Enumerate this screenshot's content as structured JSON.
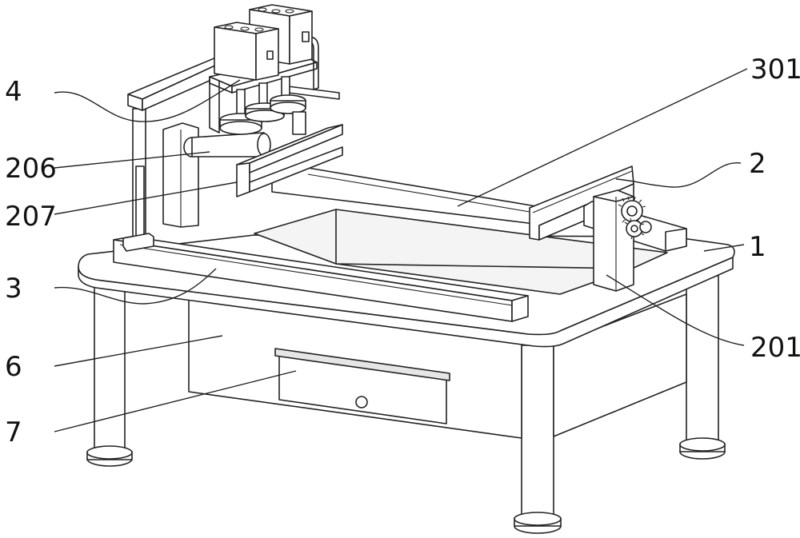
{
  "figure": {
    "labels": [
      {
        "id": "label-4",
        "text": "4",
        "part": "cutting head assembly"
      },
      {
        "id": "label-206",
        "text": "206",
        "part": "sliding sleeve"
      },
      {
        "id": "label-207",
        "text": "207",
        "part": "cross beam rail"
      },
      {
        "id": "label-3",
        "text": "3",
        "part": "side guide rail"
      },
      {
        "id": "label-6",
        "text": "6",
        "part": "cabinet body"
      },
      {
        "id": "label-7",
        "text": "7",
        "part": "drawer"
      },
      {
        "id": "label-301",
        "text": "301",
        "part": "slide groove"
      },
      {
        "id": "label-2",
        "text": "2",
        "part": "moving gantry beam"
      },
      {
        "id": "label-1",
        "text": "1",
        "part": "table top"
      },
      {
        "id": "label-201",
        "text": "201",
        "part": "drive column with gears"
      }
    ]
  }
}
